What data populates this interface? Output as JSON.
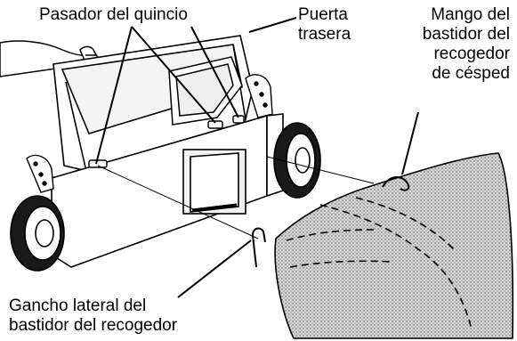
{
  "labels": {
    "hinge_pin": "Pasador del quincio",
    "rear_door": [
      "Puerta",
      "trasera"
    ],
    "bag_handle": [
      "Mango del",
      "bastidor del",
      "recogedor",
      "de césped"
    ],
    "side_hook": [
      "Gancho lateral del",
      "bastidor del recogedor"
    ]
  },
  "colors": {
    "line": "#000000",
    "bag_fill": "#c8c8c8",
    "background": "#ffffff"
  }
}
